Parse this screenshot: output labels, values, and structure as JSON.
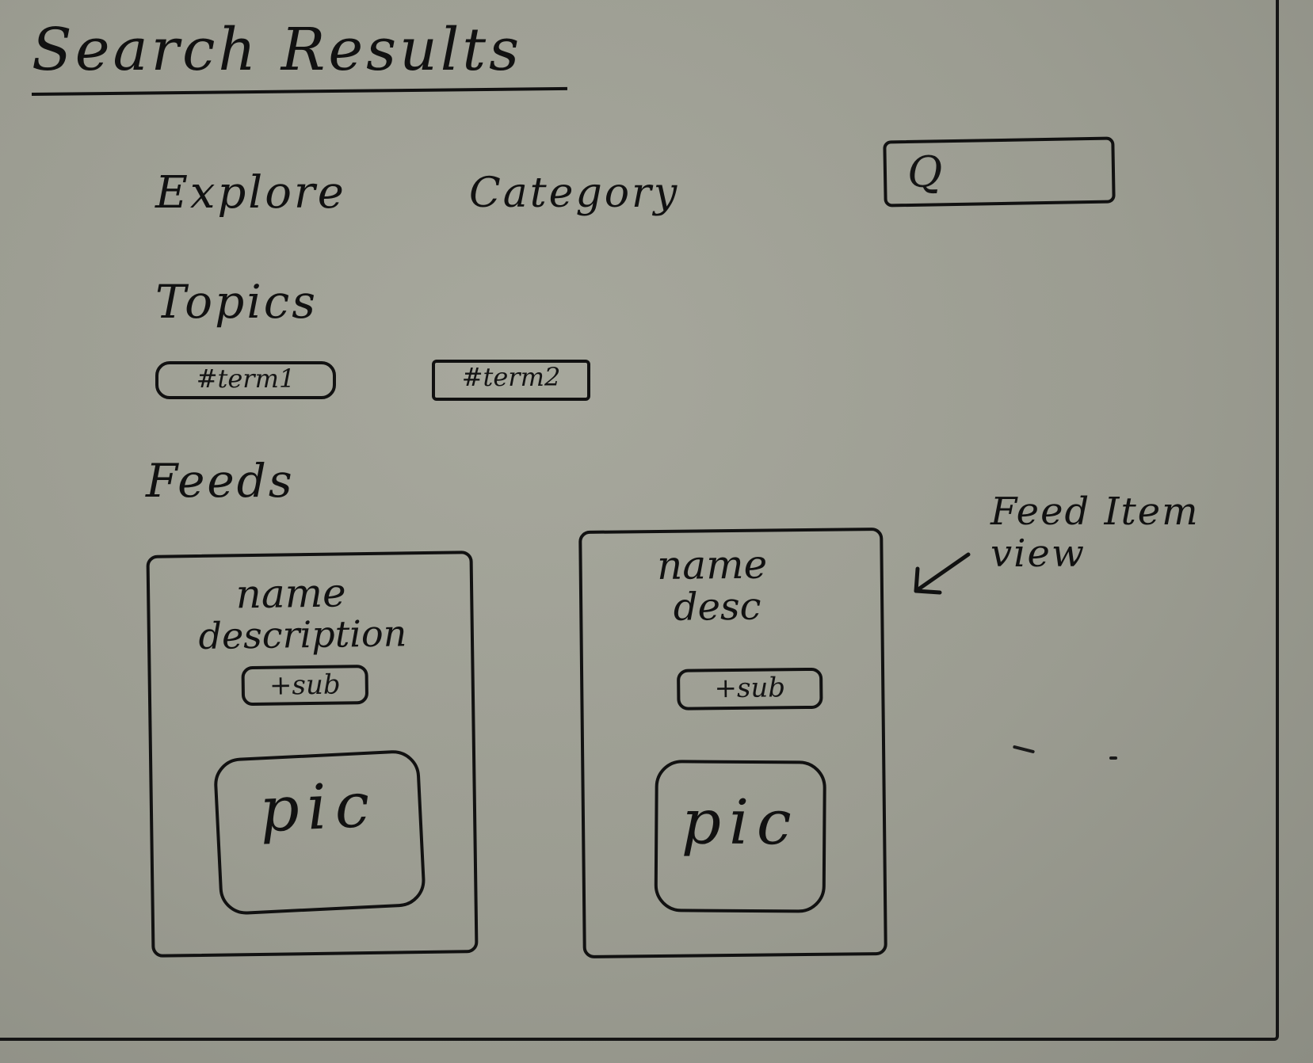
{
  "header": {
    "title": "Search Results"
  },
  "nav": {
    "explore": "Explore",
    "category": "Category"
  },
  "search": {
    "icon_char": "Q",
    "icon": "search-icon",
    "placeholder": ""
  },
  "topics": {
    "heading": "Topics",
    "items": [
      {
        "label": "#term1"
      },
      {
        "label": "#term2"
      }
    ]
  },
  "feeds": {
    "heading": "Feeds",
    "items": [
      {
        "name": "name",
        "description": "description",
        "subscribe_label": "+sub",
        "pic_label": "pic"
      },
      {
        "name": "name",
        "description": "desc",
        "subscribe_label": "+sub",
        "pic_label": "pic"
      }
    ]
  },
  "annotation": {
    "text": "Feed Item view",
    "arrow_icon": "arrow-down-left-icon"
  }
}
